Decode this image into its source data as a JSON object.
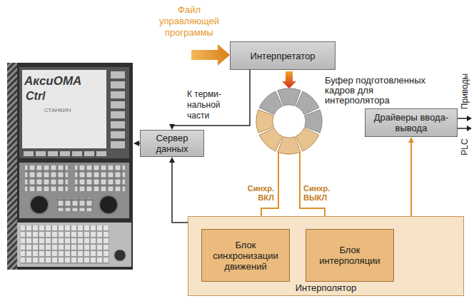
{
  "diagram": {
    "nodes": [
      {
        "text": [
          "Интерпретатор"
        ]
      },
      {
        "text": [
          "Сервер данных"
        ]
      },
      {
        "text": [
          "Буфер подготовленных кадров для интерполятора"
        ]
      },
      {
        "text": [
          "Драйверы ввода-вывода"
        ]
      },
      {
        "text": [
          "Интерполятор"
        ]
      },
      {
        "text": [
          "Блок синхронизации движений"
        ],
        "in": 4
      },
      {
        "text": [
          "Блок интерполяции"
        ],
        "in": 4
      }
    ],
    "edges": [
      {
        "from": 0,
        "to": 1,
        "arrow": "to",
        "label": "К терми- нальной части"
      },
      {
        "from": 0,
        "to": 2,
        "arrow": "to"
      },
      {
        "from": 4,
        "to": 1,
        "arrow": "to"
      },
      {
        "from": 2,
        "to": 5,
        "arrow": "to",
        "label": "Синхр. ВКЛ"
      },
      {
        "from": 2,
        "to": 6,
        "arrow": "to",
        "label": "Синхр. ВЫКЛ"
      },
      {
        "from": 5,
        "to": 6,
        "arrow": "to"
      },
      {
        "from": 6,
        "to": 3,
        "arrow": "both"
      }
    ],
    "labels": [
      "Файл управляющей программы",
      "АксиОМА",
      "Ctrl",
      "СТАНКИН",
      "Приводы",
      "PLC"
    ]
  }
}
